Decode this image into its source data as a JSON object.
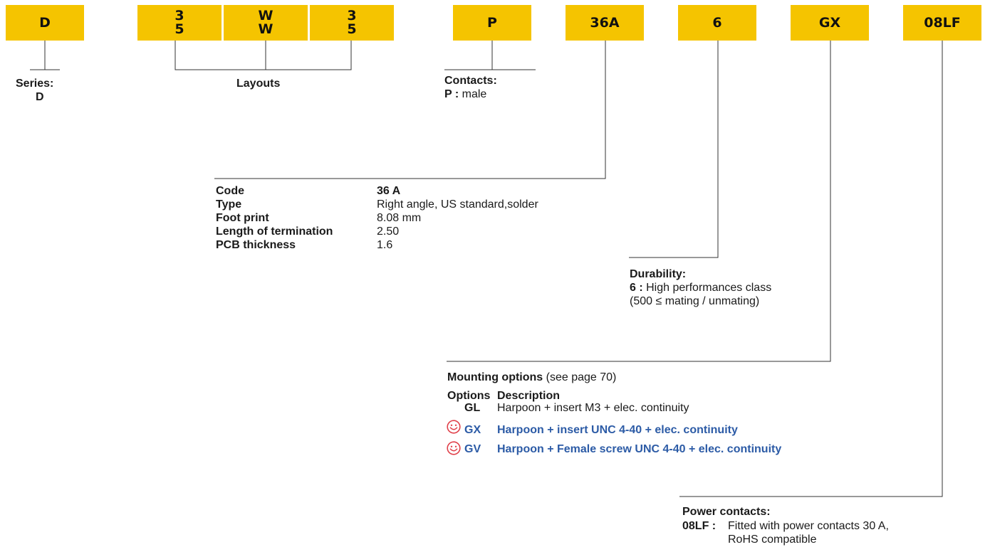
{
  "boxes": {
    "series": "D",
    "layout_1_top": "3",
    "layout_1_bottom": "5",
    "layout_2_top": "W",
    "layout_2_bottom": "W",
    "layout_3_top": "3",
    "layout_3_bottom": "5",
    "contacts": "P",
    "termination": "36A",
    "durability": "6",
    "mounting": "GX",
    "power": "08LF"
  },
  "series": {
    "heading": "Series:",
    "value": "D"
  },
  "layouts": {
    "heading": "Layouts"
  },
  "contacts": {
    "heading": "Contacts:",
    "code": "P :",
    "desc": "male"
  },
  "termination": {
    "rows": [
      {
        "label": "Code",
        "value": "36 A"
      },
      {
        "label": "Type",
        "value": "Right angle, US standard,solder"
      },
      {
        "label": "Foot print",
        "value": "8.08 mm"
      },
      {
        "label": "Length of termination",
        "value": "2.50"
      },
      {
        "label": "PCB thickness",
        "value": "1.6"
      }
    ]
  },
  "durability": {
    "heading": "Durability:",
    "code": "6 :",
    "desc": "High performances class",
    "note": "(500 ≤ mating / unmating)"
  },
  "mounting": {
    "heading": "Mounting options",
    "page_ref": "(see page 70)",
    "col_options": "Options",
    "col_description": "Description",
    "rows": [
      {
        "code": "GL",
        "desc": "Harpoon + insert M3 + elec. continuity",
        "preferred": false
      },
      {
        "code": "GX",
        "desc": "Harpoon + insert UNC 4-40 + elec. continuity",
        "preferred": true
      },
      {
        "code": "GV",
        "desc": "Harpoon + Female screw UNC 4-40 + elec. continuity",
        "preferred": true
      }
    ]
  },
  "power": {
    "heading": "Power contacts:",
    "code": "08LF :",
    "desc_line1": "Fitted with power contacts 30 A,",
    "desc_line2": "RoHS compatible"
  },
  "colors": {
    "box": "#f5c400",
    "highlight_text": "#2c5ba6",
    "smiley": "#e0404a",
    "line": "#333333"
  },
  "icons": {
    "preferred": "smiley-icon"
  }
}
